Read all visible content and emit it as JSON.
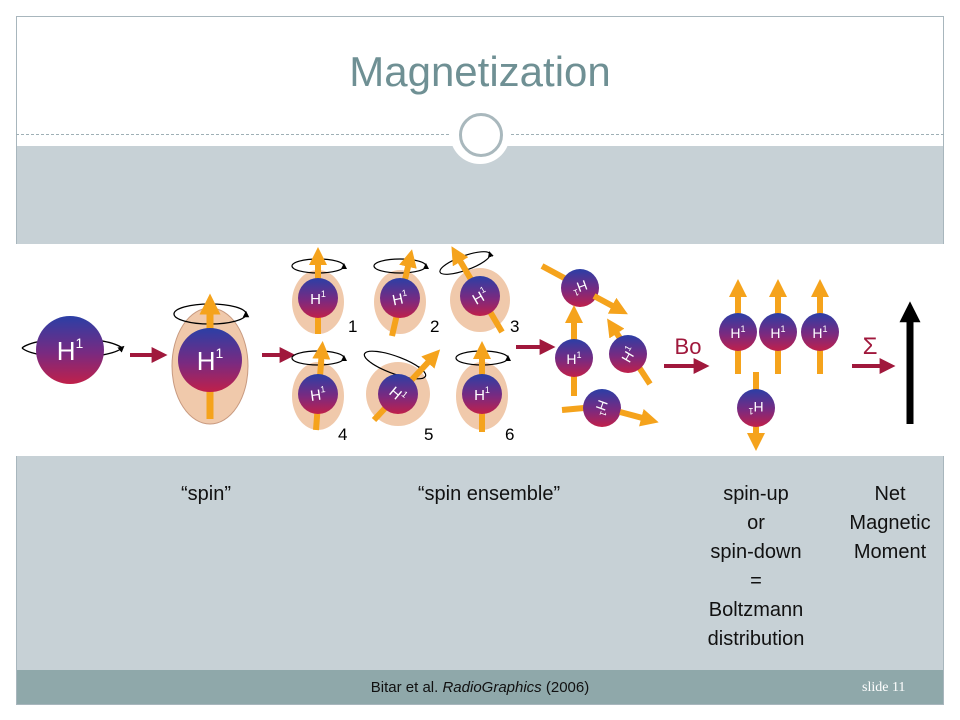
{
  "title": "Magnetization",
  "figure": {
    "h_label": "H",
    "h_sup": "1",
    "bo_label": "Bo",
    "sigma_label": "Σ",
    "ensemble_numbers": [
      "1",
      "2",
      "3",
      "4",
      "5",
      "6"
    ]
  },
  "captions": {
    "spin": "“spin”",
    "spin_ensemble": "“spin ensemble”",
    "spin_states": [
      "spin-up",
      "or",
      "spin-down",
      "=",
      "Boltzmann",
      "distribution"
    ],
    "net_moment": [
      "Net",
      "Magnetic",
      "Moment"
    ]
  },
  "footer": {
    "citation_author": "Bitar et al. ",
    "citation_journal": "RadioGraphics",
    "citation_year": " (2006)",
    "slide_number": "slide 11"
  },
  "colors": {
    "title": "#6f9094",
    "band": "#c7d1d6",
    "arrow_orange": "#f5a31c",
    "transition_arrow": "#a0183c",
    "sphere_top": "#2b3fa6",
    "sphere_bottom": "#c0204a",
    "halo": "#f0c9ab"
  }
}
